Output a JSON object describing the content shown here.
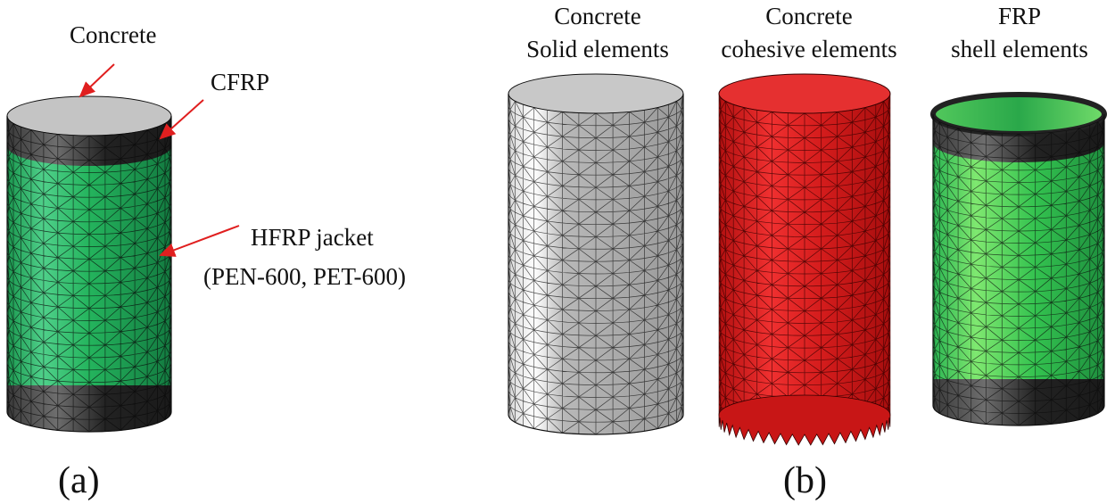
{
  "colors": {
    "concrete": "#a6a6a6",
    "concrete_light": "#f2f2f2",
    "concrete_top": "#c4c4c4",
    "cfrp": "#262626",
    "frp_green": "#21b25a",
    "frp_light": "#7fe870",
    "frp_dark": "#0d5e33",
    "cohesive_red": "#d81b1b",
    "arrow": "#e01f1f",
    "mesh": "#0a0a0a"
  },
  "panel_a": {
    "label_concrete": "Concrete",
    "label_cfrp": "CFRP",
    "label_hfrp_1": "HFRP jacket",
    "label_hfrp_2": "(PEN-600, PET-600)",
    "caption": "(a)"
  },
  "panel_b": {
    "solid_title_1": "Concrete",
    "solid_title_2": "Solid elements",
    "cohesive_title_1": "Concrete",
    "cohesive_title_2": "cohesive elements",
    "shell_title_1": "FRP",
    "shell_title_2": "shell elements",
    "caption": "(b)"
  }
}
